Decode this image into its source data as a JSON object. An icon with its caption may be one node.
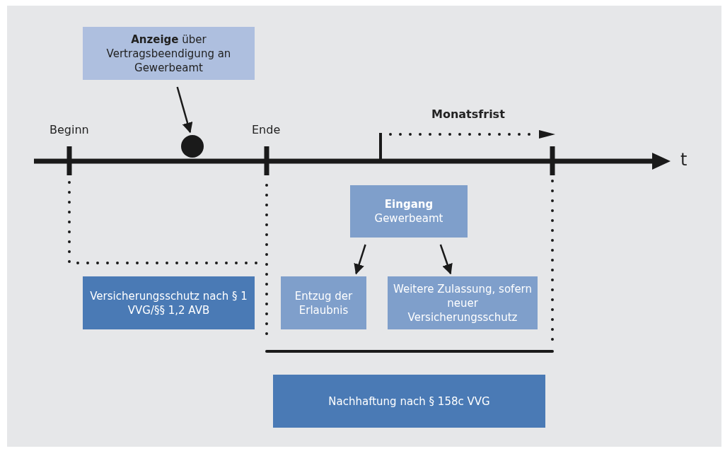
{
  "diagram": {
    "nodes": [
      {
        "text": [
          "**Anzeige** über Vertragsbeendigung an Gewerbeamt"
        ]
      },
      {
        "text": [],
        "shape": "circle"
      },
      {
        "text": [
          "Eingang",
          "Gewerbeamt"
        ]
      },
      {
        "text": [
          "Entzug der Erlaubnis"
        ]
      },
      {
        "text": [
          "Weitere Zulassung, sofern neuer Versicherungsschutz"
        ]
      },
      {
        "text": [
          "Versicherungsschutz nach § 1 VVG/§§ 1,2 AVB"
        ]
      },
      {
        "text": [
          "Nachhaftung nach § 158c VVG"
        ]
      }
    ],
    "edges": [
      {
        "from": 0,
        "to": 1,
        "arrow": "to"
      },
      {
        "from": 2,
        "to": 3,
        "arrow": "to"
      },
      {
        "from": 2,
        "to": 4,
        "arrow": "to"
      }
    ],
    "labels": [
      "Beginn",
      "Ende",
      "Monatsfrist",
      "t"
    ]
  }
}
